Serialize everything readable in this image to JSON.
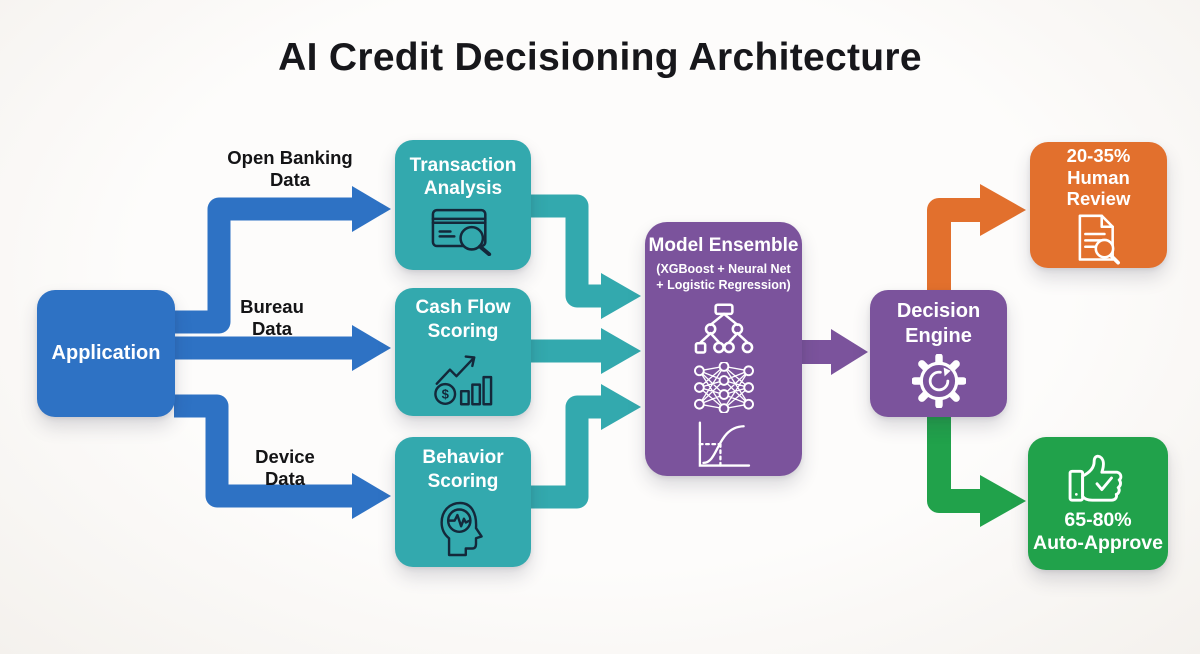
{
  "header": {
    "title": "AI Credit Decisioning Architecture"
  },
  "source": {
    "label": "Application"
  },
  "edge_labels": {
    "open_banking": "Open Banking\nData",
    "bureau": "Bureau\nData",
    "device": "Device\nData"
  },
  "processors": {
    "transaction": {
      "label": "Transaction\nAnalysis",
      "icon": "credit-card-search-icon"
    },
    "cashflow": {
      "label": "Cash Flow\nScoring",
      "icon": "coin-bar-chart-icon"
    },
    "behavior": {
      "label": "Behavior\nScoring",
      "icon": "head-pulse-icon"
    }
  },
  "ensemble": {
    "title": "Model Ensemble",
    "subtitle": "(XGBoost + Neural Net\n+ Logistic Regression)",
    "icons": [
      "decision-tree-icon",
      "neural-network-icon",
      "logistic-curve-icon"
    ]
  },
  "decision_engine": {
    "label": "Decision\nEngine",
    "icon": "gear-icon"
  },
  "outcomes": {
    "human_review": {
      "label": "20-35%\nHuman\nReview",
      "icon": "document-search-icon"
    },
    "auto_approve": {
      "label": "65-80%\nAuto-Approve",
      "icon": "thumbs-up-icon"
    }
  },
  "colors": {
    "application_blue": "#2e72c4",
    "processor_teal": "#33a9ae",
    "model_purple": "#7b539c",
    "review_orange": "#e2702d",
    "approve_green": "#21a24b",
    "icon_ink_on_teal": "#14283a",
    "background": "#f9f7f4",
    "label_ink": "#17171b"
  }
}
